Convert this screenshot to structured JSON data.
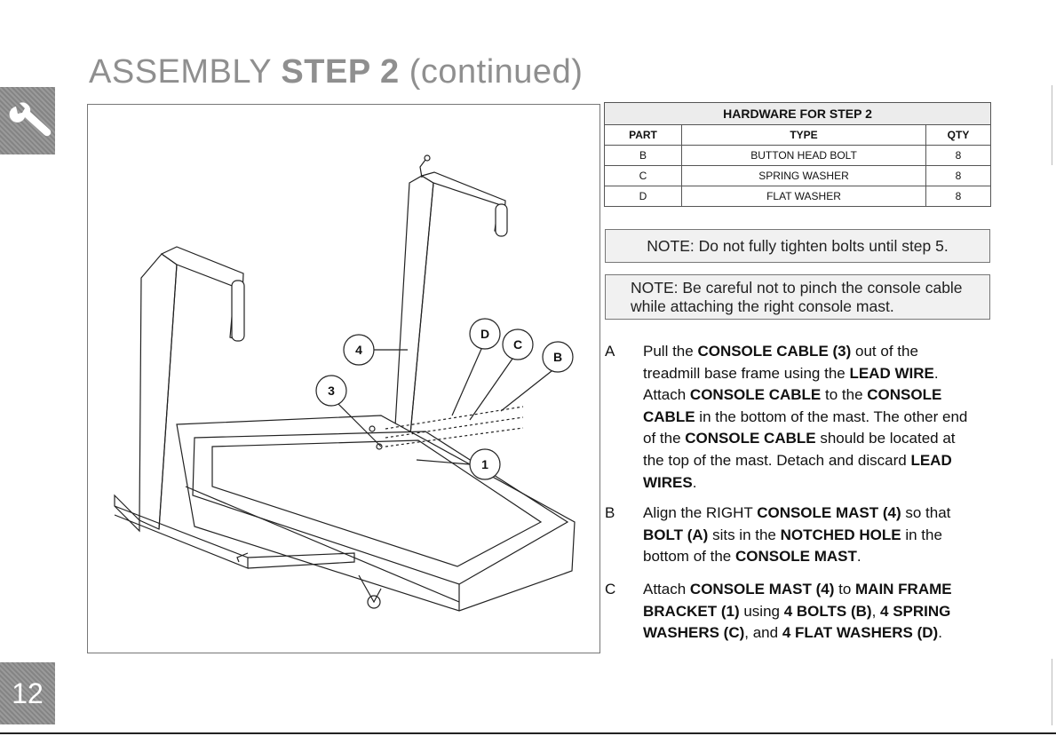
{
  "page": {
    "title_prefix": "ASSEMBLY ",
    "title_bold": "STEP 2",
    "title_suffix": " (continued)",
    "page_number": "12"
  },
  "figure": {
    "callouts": [
      "D",
      "C",
      "B",
      "4",
      "3",
      "1"
    ]
  },
  "hardware_table": {
    "title": "HARDWARE FOR STEP 2",
    "headers": [
      "PART",
      "TYPE",
      "QTY"
    ],
    "rows": [
      [
        "B",
        "BUTTON HEAD BOLT",
        "8"
      ],
      [
        "C",
        "SPRING WASHER",
        "8"
      ],
      [
        "D",
        "FLAT WASHER",
        "8"
      ]
    ]
  },
  "notes": [
    "NOTE: Do not fully tighten bolts until step 5.",
    "NOTE: Be careful not to pinch the console cable while attaching the right console mast."
  ],
  "steps": {
    "a": {
      "letter": "A",
      "t1": "Pull the ",
      "b1": "CONSOLE CABLE (3)",
      "t2": " out of the treadmill base frame using the ",
      "b2": "LEAD WIRE",
      "t3": ". Attach ",
      "b3": "CONSOLE CABLE",
      "t4": " to the ",
      "b4": "CONSOLE CABLE",
      "t5": " in the bottom of the mast. The other end of the ",
      "b5": "CONSOLE CABLE",
      "t6": " should be located at the top of the mast. Detach and discard ",
      "b6": "LEAD WIRES",
      "t7": "."
    },
    "b": {
      "letter": "B",
      "t1": "Align the RIGHT ",
      "b1": "CONSOLE MAST (4)",
      "t2": " so that ",
      "b2": "BOLT (A)",
      "t3": " sits in the ",
      "b3": "NOTCHED HOLE",
      "t4": " in the bottom of the ",
      "b4": "CONSOLE MAST",
      "t5": "."
    },
    "c": {
      "letter": "C",
      "t1": "Attach ",
      "b1": "CONSOLE MAST (4)",
      "t2": " to ",
      "b2": "MAIN FRAME BRACKET (1)",
      "t3": " using ",
      "b3": "4 BOLTS (B)",
      "t4": ", ",
      "b4": "4 SPRING WASHERS (C)",
      "t5": ", and ",
      "b5": "4 FLAT WASHERS (D)",
      "t6": "."
    }
  }
}
